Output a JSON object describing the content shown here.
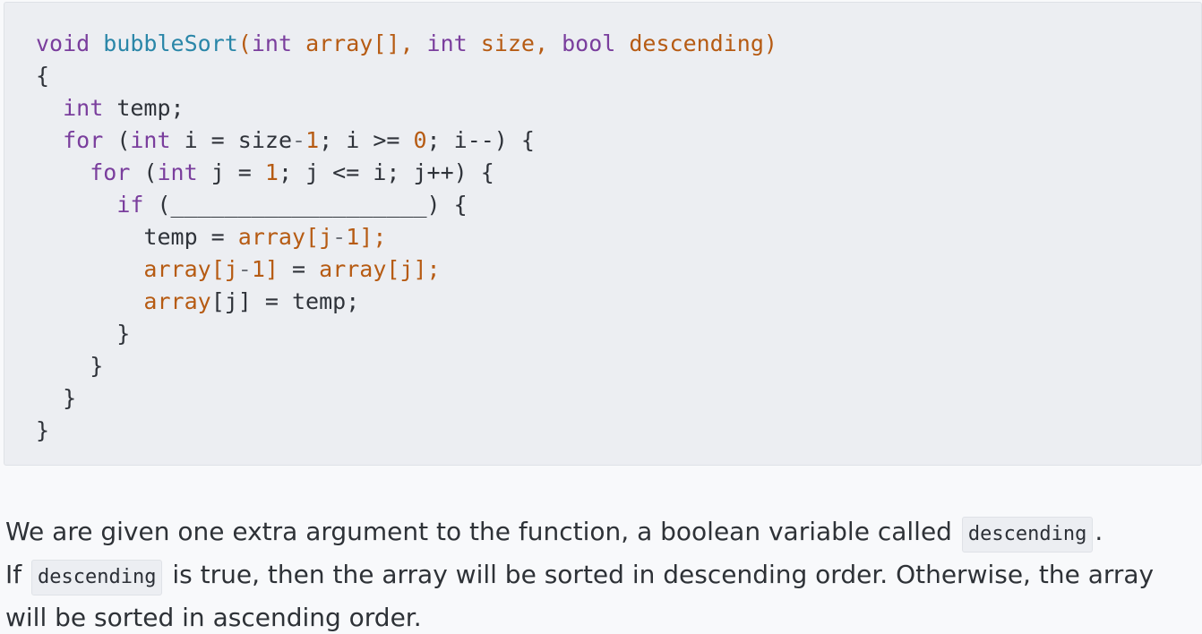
{
  "code": {
    "line1": {
      "kw_void": "void",
      "fn_name": "bubbleSort",
      "open_paren": "(",
      "kw_int1": "int",
      "param_array": "array[]",
      "comma1": ", ",
      "kw_int2": "int",
      "param_size": "size",
      "comma2": ", ",
      "kw_bool": "bool",
      "param_desc": "descending",
      "close_paren": ")"
    },
    "line2": "{",
    "line3": {
      "indent": "  ",
      "kw_int": "int",
      "rest": " temp;"
    },
    "line4": {
      "indent": "  ",
      "kw_for": "for",
      "open": " (",
      "kw_int": "int",
      "mid1": " i = size",
      "minus": "-",
      "one": "1",
      "mid2": "; i >= ",
      "zero": "0",
      "end": "; i--) {"
    },
    "line5": {
      "indent": "    ",
      "kw_for": "for",
      "open": " (",
      "kw_int": "int",
      "mid1": " j = ",
      "one": "1",
      "end": "; j <= i; j++) {"
    },
    "line6": {
      "indent": "      ",
      "kw_if": "if",
      "blank": " (___________________) {"
    },
    "line7": {
      "indent": "        ",
      "lhs": "temp = ",
      "arr": "array",
      "idx_open": "[j",
      "minus": "-",
      "one": "1",
      "idx_close": "];"
    },
    "line8": {
      "indent": "        ",
      "arr1": "array",
      "idx1_open": "[j",
      "minus": "-",
      "one": "1",
      "idx1_close": "]",
      "eq": " = ",
      "arr2": "array",
      "idx2": "[j];"
    },
    "line9": {
      "indent": "        ",
      "arr": "array",
      "rest": "[j] = temp;"
    },
    "line10": "      }",
    "line11": "    }",
    "line12": "  }",
    "line13": "}"
  },
  "prose": {
    "p1_text": "We are given one extra argument to the function, a boolean variable called ",
    "p1_code": "descending",
    "p1_end": ".",
    "p2_start": "If ",
    "p2_code": "descending",
    "p2_rest": " is true, then the array will be sorted in descending order. Otherwise, the array will be sorted in ascending order."
  }
}
